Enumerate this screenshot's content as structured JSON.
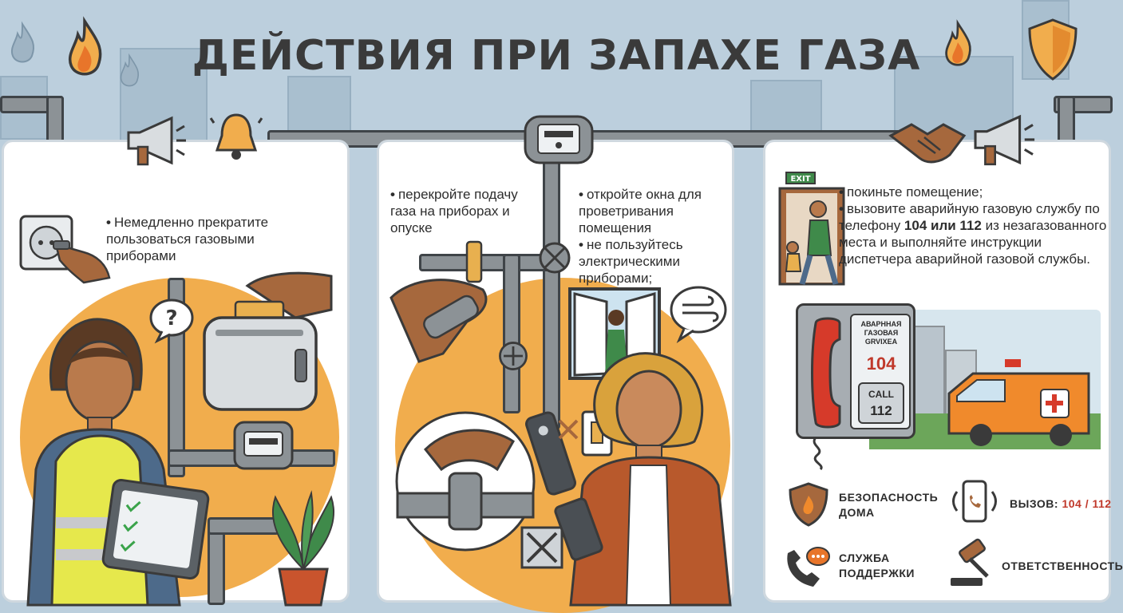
{
  "title": "ДЕЙСТВИЯ ПРИ ЗАПАХЕ ГАЗА",
  "panel1": {
    "bullet": "Немедленно прекратите пользоваться газовыми приборами"
  },
  "panel2": {
    "bullet_left": "перекройте подачу газа на приборах и опуске",
    "bullet_right_1": "откройте окна для проветривания помещения",
    "bullet_right_2": "не пользуйтесь электрическими приборами;"
  },
  "panel3": {
    "exit_sign": "EXIT",
    "bullet_1": "покиньте помещение;",
    "bullet_2_pre": "вызовите аварийную газовую службу по телефону ",
    "bullet_2_numbers": "104 или 112",
    "bullet_2_post": " из незагазованного места и выполняйте инструкции диспетчера аварийной газовой службы.",
    "phone_header": "АВАРННАЯ ГАЗОВАЯ GRVIXEA",
    "phone_number": "104",
    "phone_call_label": "CALL",
    "phone_call_number": "112",
    "footer": {
      "safety_label": "БЕЗОПАСНОСТЬ ДОМА",
      "call_label_prefix": "ВЫЗОВ: ",
      "call_numbers": "104 / 112",
      "support_label": "СЛУЖБА ПОДДЕРЖКИ",
      "responsibility_label": "ОТВЕТСТВЕННОСТЬ"
    }
  },
  "colors": {
    "background": "#bccfdd",
    "orange": "#f1ad4d",
    "red_accent": "#c0392b",
    "pipe": "#8c9296"
  },
  "icons": [
    "flame-icon",
    "megaphone-icon",
    "bell-icon",
    "gas-meter-icon",
    "handshake-icon",
    "shield-icon",
    "socket-icon",
    "toaster-icon",
    "valve-icon",
    "window-icon",
    "wind-icon",
    "remote-icon",
    "light-switch-icon",
    "phone-icon",
    "ambulance-icon",
    "gavel-icon",
    "chat-phone-icon"
  ]
}
